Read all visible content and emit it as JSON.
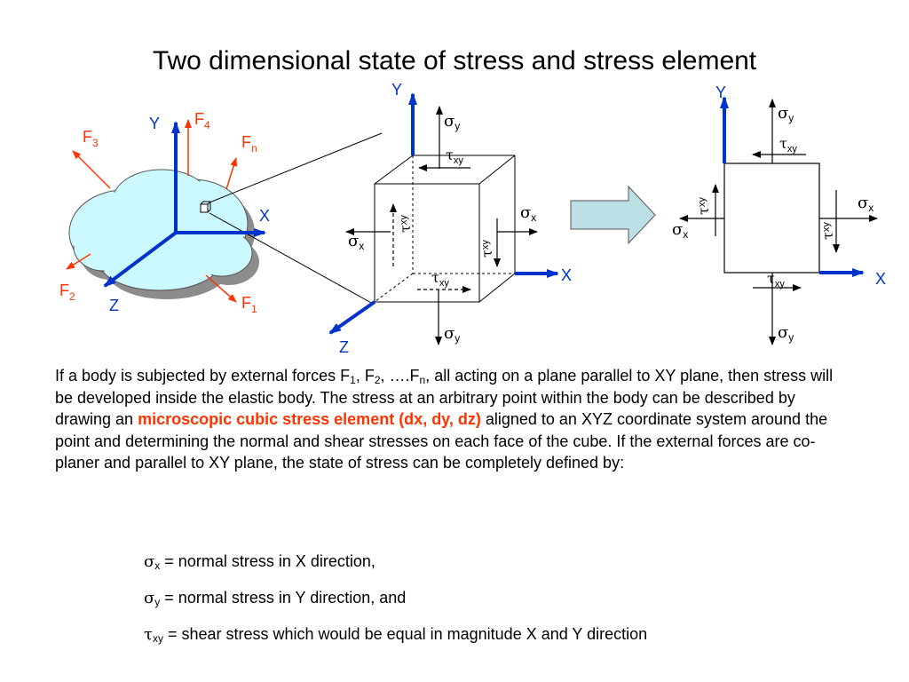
{
  "title": "Two dimensional state of stress and stress element",
  "colors": {
    "axis": "#0033cc",
    "force": "#ff3300",
    "cloud_fill": "#ccf8ff",
    "cloud_shadow": "#8c8c8c",
    "arrow_fill": "#bde0e6",
    "highlight": "#ff3300"
  },
  "body_diagram": {
    "axis_labels": {
      "y": "Y",
      "x": "X",
      "z": "Z"
    },
    "forces": [
      {
        "label": "F",
        "sub": "3"
      },
      {
        "label": "F",
        "sub": "4"
      },
      {
        "label": "F",
        "sub": "n"
      },
      {
        "label": "F",
        "sub": "2"
      },
      {
        "label": "F",
        "sub": "1"
      }
    ]
  },
  "cube_diagram": {
    "axis_labels": {
      "y": "Y",
      "x": "X",
      "z": "Z"
    },
    "stresses": [
      {
        "sym": "σ",
        "sub": "y"
      },
      {
        "sym": "τ",
        "sub": "xy"
      },
      {
        "sym": "τ",
        "sub": "xy"
      },
      {
        "sym": "σ",
        "sub": "x"
      },
      {
        "sym": "τ",
        "sub": "xy"
      },
      {
        "sym": "σ",
        "sub": "x"
      },
      {
        "sym": "τ",
        "sub": "xy"
      },
      {
        "sym": "σ",
        "sub": "y"
      }
    ]
  },
  "square_diagram": {
    "axis_labels": {
      "y": "Y",
      "x": "X"
    },
    "stresses": [
      {
        "sym": "σ",
        "sub": "y"
      },
      {
        "sym": "τ",
        "sub": "xy"
      },
      {
        "sym": "τ",
        "sub": "xy"
      },
      {
        "sym": "σ",
        "sub": "x"
      },
      {
        "sym": "σ",
        "sub": "x"
      },
      {
        "sym": "τ",
        "sub": "xy"
      },
      {
        "sym": "τ",
        "sub": "xy"
      },
      {
        "sym": "σ",
        "sub": "y"
      }
    ]
  },
  "paragraph": {
    "p1": "If a body is subjected by external forces F",
    "s1": "1",
    "p2": ", F",
    "s2": "2",
    "p3": ", ….F",
    "s3": "n",
    "p4": ", all acting on a plane  parallel to XY plane, then stress will be developed inside the elastic body. The stress at an arbitrary point within the body can be described by drawing an ",
    "highlight": "microscopic cubic stress element (dx, dy, dz)",
    "p5": " aligned to an XYZ coordinate system around the point and determining the normal and shear stresses on each face of the cube. If the external forces are co-planer and parallel to XY plane, the state of stress can be completely defined by:"
  },
  "definitions": [
    {
      "sym": "σ",
      "sub": "x",
      "text": " = normal stress in X direction,"
    },
    {
      "sym": "σ",
      "sub": "y",
      "text": " = normal stress in Y direction, and"
    },
    {
      "sym": "τ",
      "sub": "xy",
      "text": " = shear stress which would be equal in magnitude X and Y direction"
    }
  ]
}
